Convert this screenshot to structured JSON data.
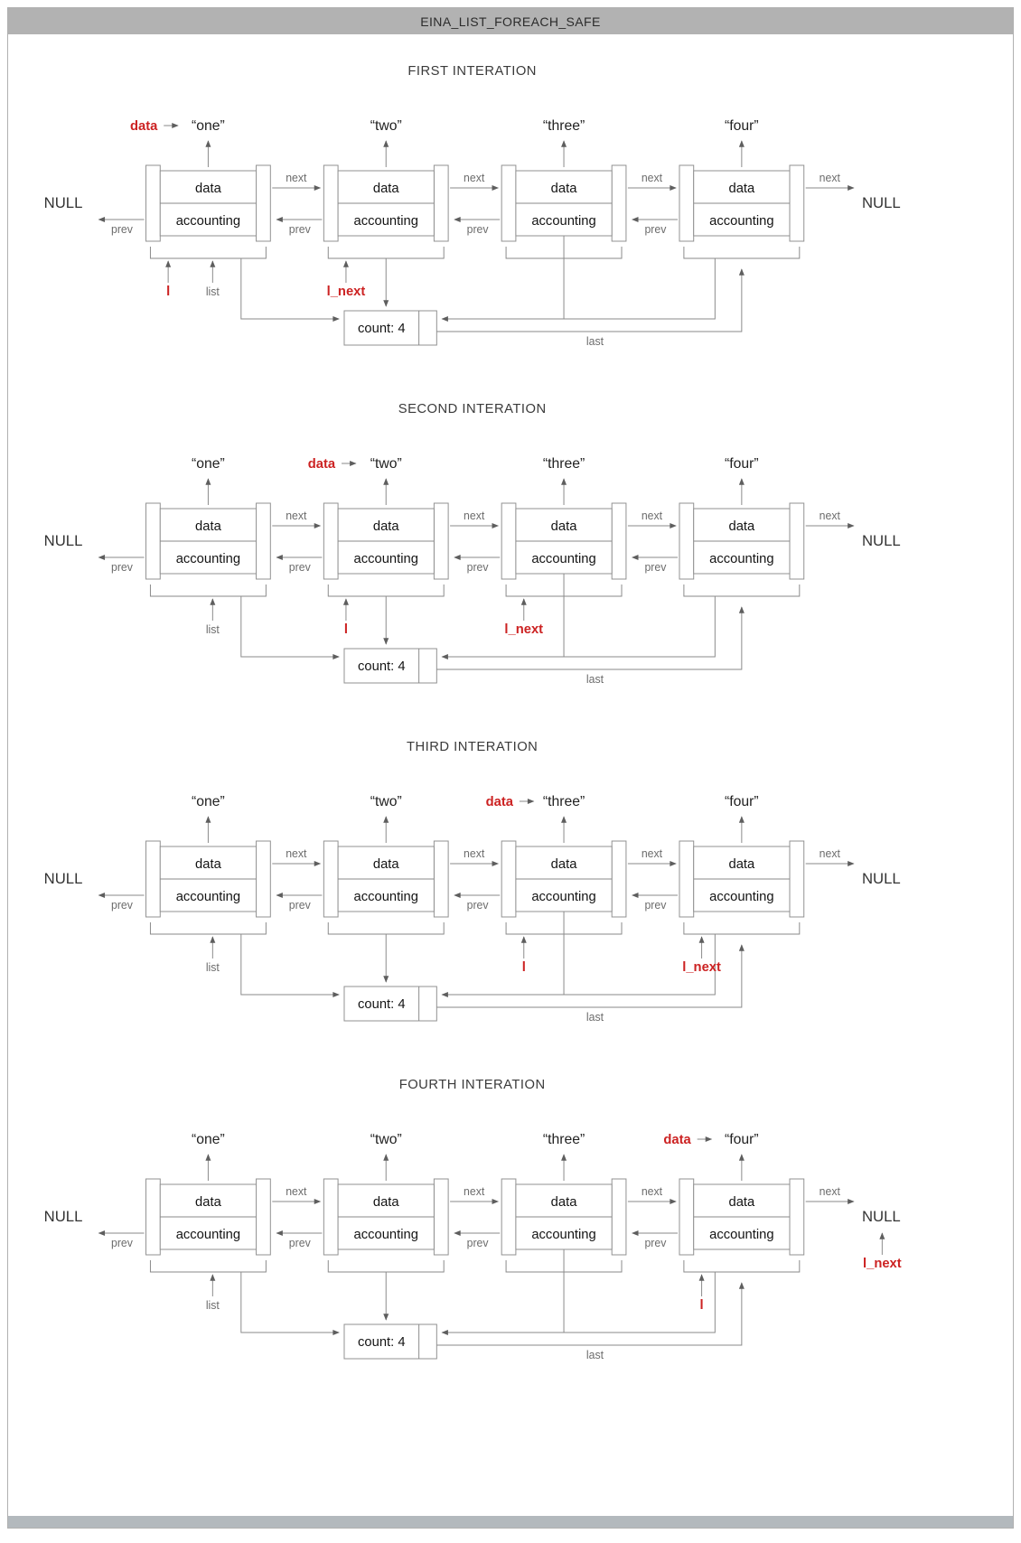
{
  "title": "EINA_LIST_FOREACH_SAFE",
  "labels": {
    "null": "NULL",
    "next": "next",
    "prev": "prev",
    "data_field": "data",
    "accounting": "accounting",
    "list": "list",
    "last": "last",
    "count": "count: 4",
    "data_ptr": "data",
    "l": "l",
    "l_next": "l_next"
  },
  "colors": {
    "accent_red": "#cc2222",
    "titlebar_bg": "#b2b2b2",
    "footer_bg": "#b3b9bd",
    "line": "#8a8a8a"
  },
  "iterations": [
    {
      "heading": "FIRST INTERATION",
      "strings": [
        "“one”",
        "“two”",
        "“three”",
        "“four”"
      ],
      "data_index": 0,
      "l_index": 0,
      "l_next_index": 1
    },
    {
      "heading": "SECOND INTERATION",
      "strings": [
        "“one”",
        "“two”",
        "“three”",
        "“four”"
      ],
      "data_index": 1,
      "l_index": 1,
      "l_next_index": 2
    },
    {
      "heading": "THIRD INTERATION",
      "strings": [
        "“one”",
        "“two”",
        "“three”",
        "“four”"
      ],
      "data_index": 2,
      "l_index": 2,
      "l_next_index": 3
    },
    {
      "heading": "FOURTH INTERATION",
      "strings": [
        "“one”",
        "“two”",
        "“three”",
        "“four”"
      ],
      "data_index": 3,
      "l_index": 3,
      "l_next_index": "right-null"
    }
  ]
}
